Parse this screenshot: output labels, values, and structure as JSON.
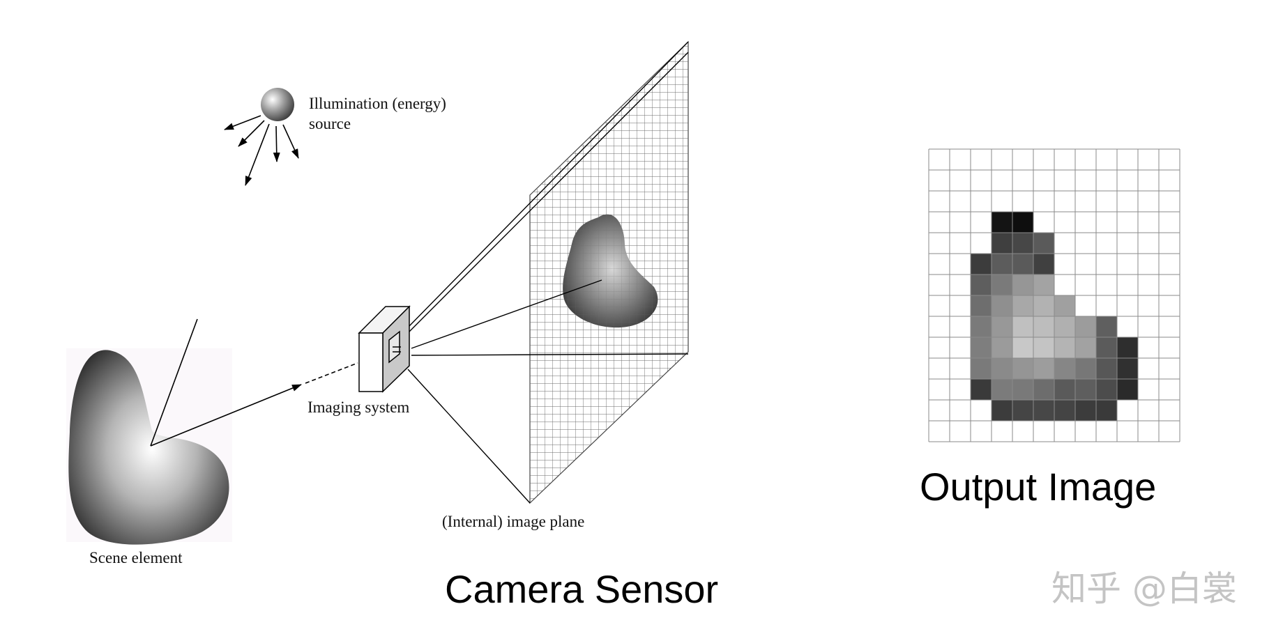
{
  "labels": {
    "illumination_line1": "Illumination (energy)",
    "illumination_line2": "source",
    "imaging_system": "Imaging system",
    "image_plane": "(Internal) image plane",
    "scene_element": "Scene element",
    "output_image": "Output Image",
    "camera_sensor": "Camera Sensor"
  },
  "watermark": "知乎 @白裳",
  "output_grid": {
    "rows": 14,
    "cols": 12,
    "line_color": "#8a8a8a",
    "cells": [
      [
        3,
        3,
        "#141414"
      ],
      [
        3,
        4,
        "#0e0e0e"
      ],
      [
        4,
        3,
        "#3f3f3f"
      ],
      [
        4,
        4,
        "#474747"
      ],
      [
        4,
        5,
        "#5a5a5a"
      ],
      [
        5,
        2,
        "#3c3c3c"
      ],
      [
        5,
        3,
        "#5c5c5c"
      ],
      [
        5,
        4,
        "#5a5a5a"
      ],
      [
        5,
        5,
        "#404040"
      ],
      [
        6,
        2,
        "#5e5e5e"
      ],
      [
        6,
        3,
        "#7a7a7a"
      ],
      [
        6,
        4,
        "#969696"
      ],
      [
        6,
        5,
        "#a3a3a3"
      ],
      [
        7,
        2,
        "#6e6e6e"
      ],
      [
        7,
        3,
        "#8f8f8f"
      ],
      [
        7,
        4,
        "#a8a8a8"
      ],
      [
        7,
        5,
        "#b2b2b2"
      ],
      [
        7,
        6,
        "#a0a0a0"
      ],
      [
        8,
        2,
        "#7a7a7a"
      ],
      [
        8,
        3,
        "#989898"
      ],
      [
        8,
        4,
        "#c0c0c0"
      ],
      [
        8,
        5,
        "#bdbdbd"
      ],
      [
        8,
        6,
        "#b0b0b0"
      ],
      [
        8,
        7,
        "#9c9c9c"
      ],
      [
        8,
        8,
        "#5f5f5f"
      ],
      [
        9,
        2,
        "#7e7e7e"
      ],
      [
        9,
        3,
        "#9b9b9b"
      ],
      [
        9,
        4,
        "#c8c8c8"
      ],
      [
        9,
        5,
        "#c4c4c4"
      ],
      [
        9,
        6,
        "#b4b4b4"
      ],
      [
        9,
        7,
        "#a2a2a2"
      ],
      [
        9,
        8,
        "#5b5b5b"
      ],
      [
        9,
        9,
        "#2e2e2e"
      ],
      [
        10,
        2,
        "#7a7a7a"
      ],
      [
        10,
        3,
        "#8a8a8a"
      ],
      [
        10,
        4,
        "#959595"
      ],
      [
        10,
        5,
        "#9d9d9d"
      ],
      [
        10,
        6,
        "#868686"
      ],
      [
        10,
        7,
        "#777777"
      ],
      [
        10,
        8,
        "#575757"
      ],
      [
        10,
        9,
        "#303030"
      ],
      [
        11,
        2,
        "#3a3a3a"
      ],
      [
        11,
        3,
        "#7b7b7b"
      ],
      [
        11,
        4,
        "#797979"
      ],
      [
        11,
        5,
        "#6d6d6d"
      ],
      [
        11,
        6,
        "#5a5a5a"
      ],
      [
        11,
        7,
        "#5e5e5e"
      ],
      [
        11,
        8,
        "#4c4c4c"
      ],
      [
        11,
        9,
        "#2a2a2a"
      ],
      [
        12,
        3,
        "#3c3c3c"
      ],
      [
        12,
        4,
        "#454545"
      ],
      [
        12,
        5,
        "#474747"
      ],
      [
        12,
        6,
        "#444444"
      ],
      [
        12,
        7,
        "#3c3c3c"
      ],
      [
        12,
        8,
        "#3a3a3a"
      ]
    ]
  },
  "icons": {
    "light_source": "sphere",
    "scene_blob": "gradient-blob",
    "imaging_box": "camera-box",
    "image_plane_grid": "perspective-grid"
  }
}
